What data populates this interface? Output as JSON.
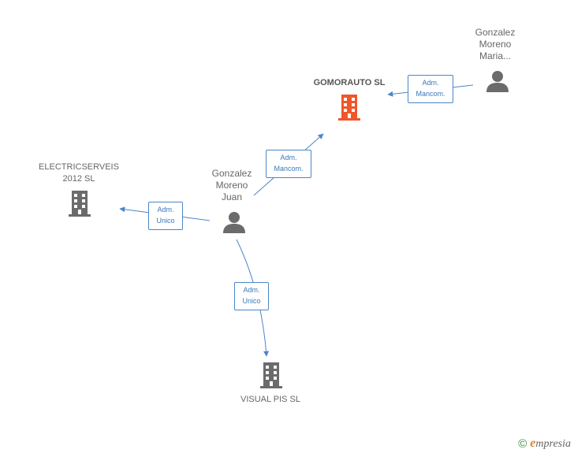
{
  "nodes": {
    "gomorauto": {
      "label": "GOMORAUTO SL",
      "type": "company",
      "color": "#f0562a"
    },
    "electricserveis": {
      "label": "ELECTRICSERVEIS\n2012 SL",
      "type": "company",
      "color": "#6b6b6b"
    },
    "visualpis": {
      "label": "VISUAL PIS SL",
      "type": "company",
      "color": "#6b6b6b"
    },
    "maria": {
      "label": "Gonzalez\nMoreno\nMaria...",
      "type": "person",
      "color": "#6b6b6b"
    },
    "juan": {
      "label": "Gonzalez\nMoreno\nJuan",
      "type": "person",
      "color": "#6b6b6b"
    }
  },
  "edges": [
    {
      "from": "maria",
      "to": "gomorauto",
      "role": "Adm.\nMancom."
    },
    {
      "from": "juan",
      "to": "gomorauto",
      "role": "Adm.\nMancom."
    },
    {
      "from": "juan",
      "to": "electricserveis",
      "role": "Adm.\nUnico"
    },
    {
      "from": "juan",
      "to": "visualpis",
      "role": "Adm.\nUnico"
    }
  ],
  "colors": {
    "edge": "#4a86c8",
    "accent": "#f0562a"
  },
  "footer": {
    "copyright_symbol": "©",
    "brand_initial": "e",
    "brand_rest": "mpresia"
  }
}
